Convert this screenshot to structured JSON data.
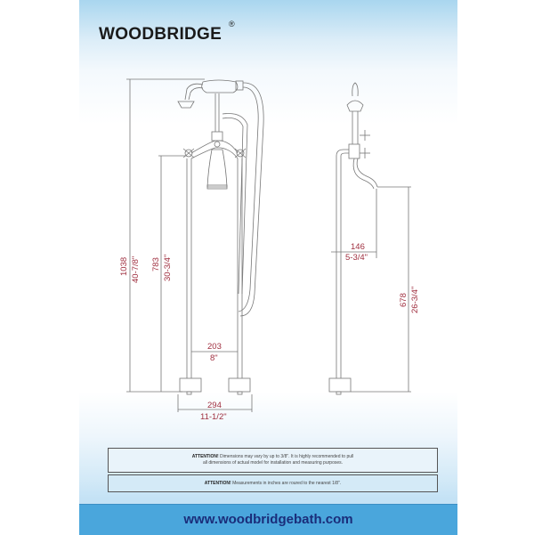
{
  "header": {
    "brand": "WOODBRIDGE",
    "registered_mark": "®"
  },
  "front_view": {
    "total_height_mm": "1038",
    "total_height_in": "40-7/8\"",
    "handle_height_mm": "783",
    "handle_height_in": "30-3/4\"",
    "leg_spacing_mm": "203",
    "leg_spacing_in": "8\"",
    "base_width_mm": "294",
    "base_width_in": "11-1/2\""
  },
  "side_view": {
    "spout_reach_mm": "146",
    "spout_reach_in": "5-3/4\"",
    "spout_height_mm": "678",
    "spout_height_in": "26-3/4\""
  },
  "notes": [
    {
      "label": "ATTENTION!",
      "text_line1": "Dimensions may vary by up to 3/8\". It is highly recommended to pull",
      "text_line2": "all dimensions of actual model for installation and measuring purposes."
    },
    {
      "label": "ATTENTION!",
      "text_line1": "Measurements in inches are roured to the nearest 1/8\"."
    }
  ],
  "footer": {
    "url": "www.woodbridgebath.com"
  },
  "colors": {
    "dimension_text": "#a03040",
    "footer_bg": "#4aa6dc",
    "url_text": "#1a2d7a"
  }
}
